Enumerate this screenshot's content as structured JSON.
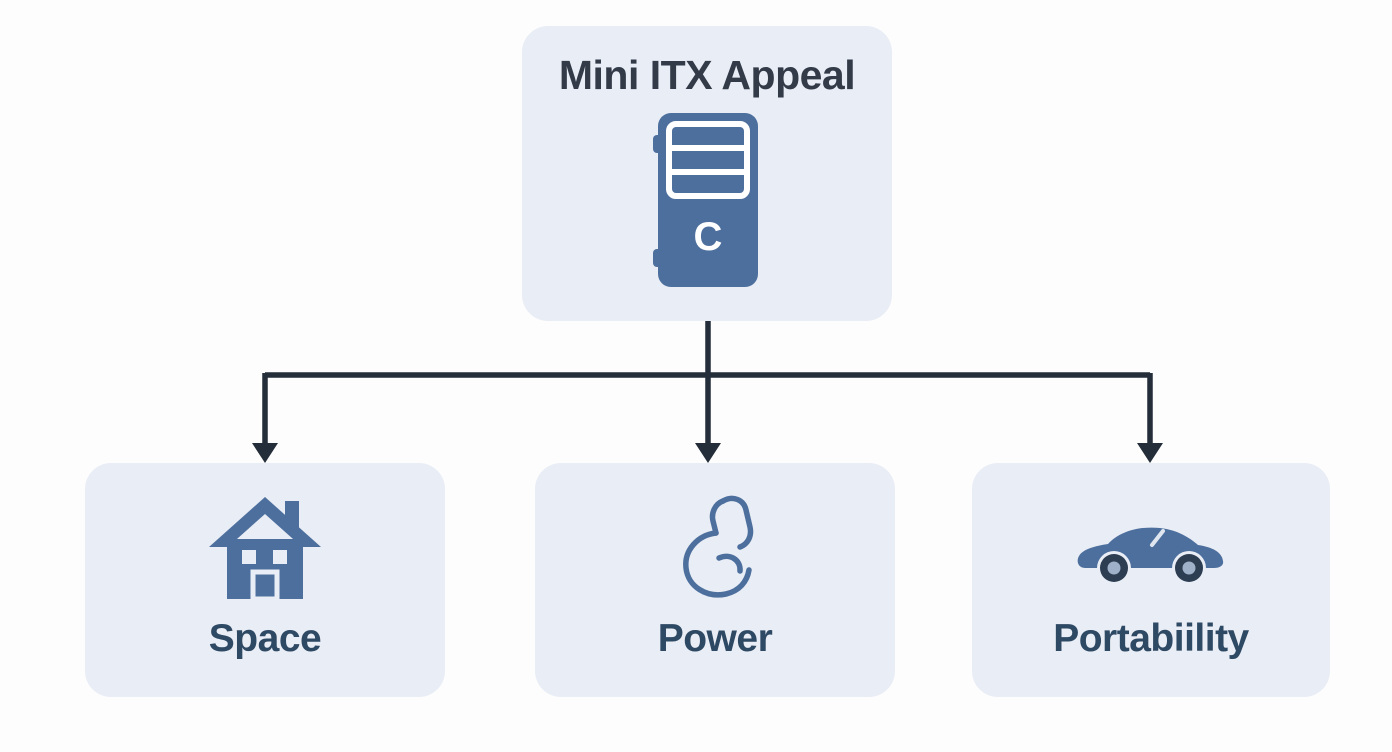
{
  "diagram": {
    "root": {
      "label": "Mini ITX Appeal",
      "icon": "pc-tower-icon",
      "tower_letter": "C"
    },
    "children": [
      {
        "label": "Space",
        "icon": "house-icon"
      },
      {
        "label": "Power",
        "icon": "flexed-bicep-icon"
      },
      {
        "label": "Portabiility",
        "icon": "car-icon"
      }
    ],
    "colors": {
      "node_background": "#e9edf5",
      "icon_primary": "#4d6f9e",
      "title_text": "#333b49",
      "label_text": "#2e4964",
      "connector": "#242d3a",
      "page_background": "#fdfdfd"
    }
  }
}
